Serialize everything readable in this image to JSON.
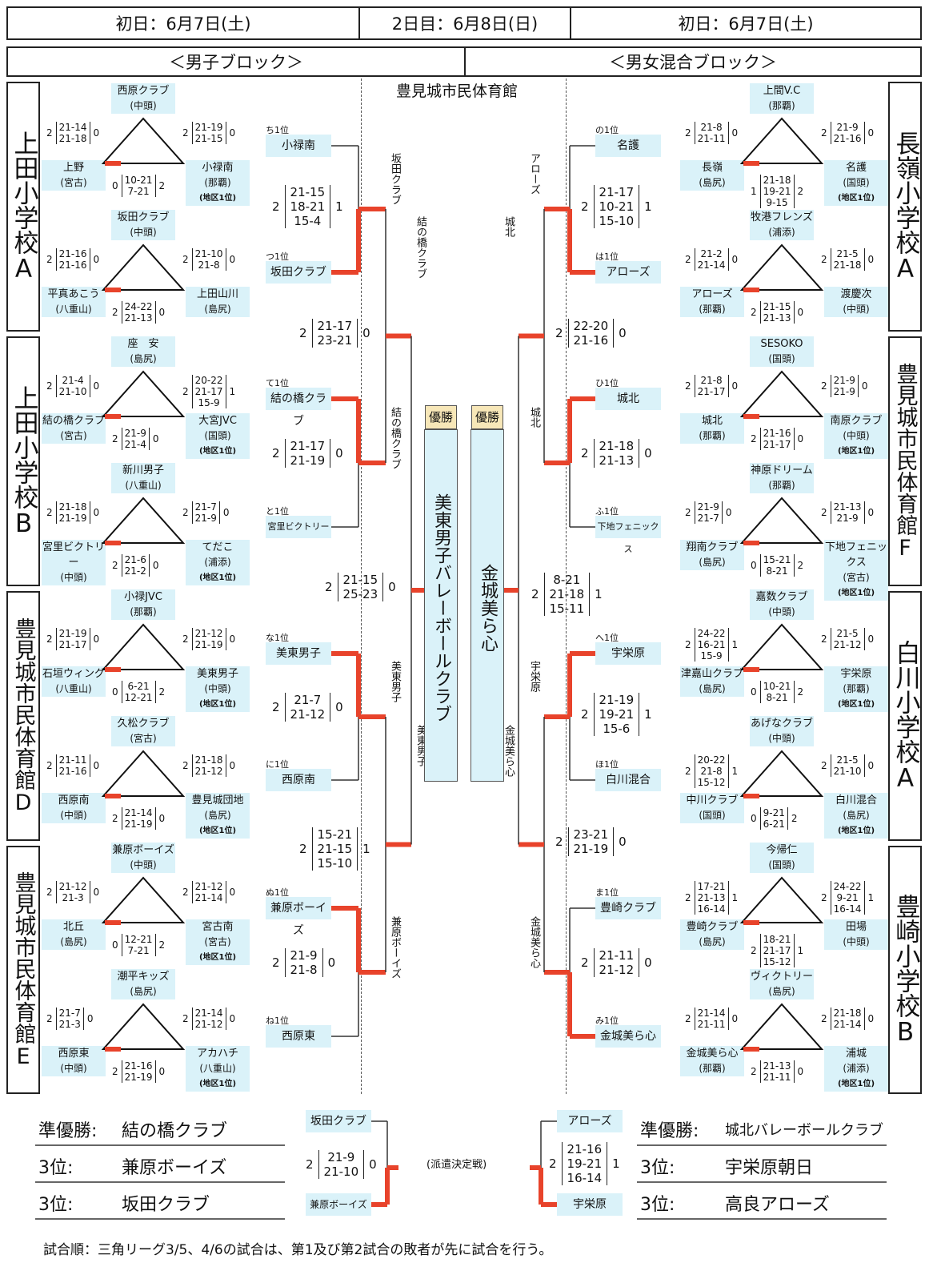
{
  "header": {
    "day1_left": "初日：6月7日(土)",
    "day2": "2日目：6月8日(日)",
    "day1_right": "初日：6月7日(土)"
  },
  "blocks": {
    "boys": "＜男子ブロック＞",
    "mixed": "＜男女混合ブロック＞"
  },
  "venue": "豊見城市民体育館",
  "side_labels": {
    "l1": "上田小学校A",
    "l2": "上田小学校B",
    "l3": "豊見城市民体育館D",
    "l4": "豊見城市民体育館E",
    "r1": "長嶺小学校A",
    "r2": "豊見城市民体育館F",
    "r3": "白川小学校A",
    "r4": "豊崎小学校B"
  },
  "left_groups": [
    {
      "char": "ち",
      "top": {
        "name": "西原クラブ",
        "area": "(中頭)"
      },
      "bl": {
        "name": "上野",
        "area": "(宮古)"
      },
      "br": {
        "name": "小禄南",
        "area": "(那覇)",
        "d1": "(地区1位)"
      },
      "sl": {
        "w": "2",
        "s": [
          "21-14",
          "21-18"
        ],
        "l": "0"
      },
      "sr": {
        "w": "2",
        "s": [
          "21-19",
          "21-15"
        ],
        "l": "0"
      },
      "sb": {
        "w": "0",
        "s": [
          "10-21",
          "7-21"
        ],
        "l": "2"
      }
    },
    {
      "char": "つ",
      "top": {
        "name": "坂田クラブ",
        "area": "(中頭)"
      },
      "bl": {
        "name": "平真あこう",
        "area": "(八重山)"
      },
      "br": {
        "name": "上田山川",
        "area": "(島尻)"
      },
      "sl": {
        "w": "2",
        "s": [
          "21-16",
          "21-16"
        ],
        "l": "0"
      },
      "sr": {
        "w": "2",
        "s": [
          "21-10",
          "21-8"
        ],
        "l": "0"
      },
      "sb": {
        "w": "2",
        "s": [
          "24-22",
          "21-13"
        ],
        "l": "0"
      }
    },
    {
      "char": "て",
      "top": {
        "name": "座　安",
        "area": "(島尻)"
      },
      "bl": {
        "name": "結の橋クラブ",
        "area": "(宮古)"
      },
      "br": {
        "name": "大宮JVC",
        "area": "(国頭)",
        "d1": "(地区1位)"
      },
      "sl": {
        "w": "2",
        "s": [
          "21-4",
          "21-10"
        ],
        "l": "0"
      },
      "sr": {
        "w": "2",
        "s": [
          "20-22",
          "21-17",
          "15-9"
        ],
        "l": "1"
      },
      "sb": {
        "w": "2",
        "s": [
          "21-9",
          "21-4"
        ],
        "l": "0"
      }
    },
    {
      "char": "と",
      "top": {
        "name": "新川男子",
        "area": "(八重山)"
      },
      "bl": {
        "name": "宮里ビクトリー",
        "area": "(中頭)"
      },
      "br": {
        "name": "てだこ",
        "area": "(浦添)",
        "d1": "(地区1位)"
      },
      "sl": {
        "w": "2",
        "s": [
          "21-18",
          "21-19"
        ],
        "l": "0"
      },
      "sr": {
        "w": "2",
        "s": [
          "21-7",
          "21-9"
        ],
        "l": "0"
      },
      "sb": {
        "w": "2",
        "s": [
          "21-6",
          "21-2"
        ],
        "l": "0"
      }
    },
    {
      "char": "な",
      "top": {
        "name": "小禄JVC",
        "area": "(那覇)"
      },
      "bl": {
        "name": "石垣ウィング",
        "area": "(八重山)"
      },
      "br": {
        "name": "美東男子",
        "area": "(中頭)",
        "d1": "(地区1位)"
      },
      "sl": {
        "w": "2",
        "s": [
          "21-19",
          "21-17"
        ],
        "l": "0"
      },
      "sr": {
        "w": "2",
        "s": [
          "21-12",
          "21-19"
        ],
        "l": "0"
      },
      "sb": {
        "w": "0",
        "s": [
          "6-21",
          "12-21"
        ],
        "l": "2"
      }
    },
    {
      "char": "に",
      "top": {
        "name": "久松クラブ",
        "area": "(宮古)"
      },
      "bl": {
        "name": "西原南",
        "area": "(中頭)"
      },
      "br": {
        "name": "豊見城団地",
        "area": "(島尻)",
        "d1": "(地区1位)"
      },
      "sl": {
        "w": "2",
        "s": [
          "21-11",
          "21-16"
        ],
        "l": "0"
      },
      "sr": {
        "w": "2",
        "s": [
          "21-18",
          "21-12"
        ],
        "l": "0"
      },
      "sb": {
        "w": "2",
        "s": [
          "21-14",
          "21-19"
        ],
        "l": "0"
      }
    },
    {
      "char": "ぬ",
      "top": {
        "name": "兼原ボーイズ",
        "area": "(中頭)"
      },
      "bl": {
        "name": "北丘",
        "area": "(島尻)"
      },
      "br": {
        "name": "宮古南",
        "area": "(宮古)",
        "d1": "(地区1位)"
      },
      "sl": {
        "w": "2",
        "s": [
          "21-12",
          "21-3"
        ],
        "l": "0"
      },
      "sr": {
        "w": "2",
        "s": [
          "21-12",
          "21-14"
        ],
        "l": "0"
      },
      "sb": {
        "w": "0",
        "s": [
          "12-21",
          "7-21"
        ],
        "l": "2"
      }
    },
    {
      "char": "ね",
      "top": {
        "name": "潮平キッズ",
        "area": "(島尻)"
      },
      "bl": {
        "name": "西原東",
        "area": "(中頭)"
      },
      "br": {
        "name": "アカハチ",
        "area": "(八重山)",
        "d1": "(地区1位)"
      },
      "sl": {
        "w": "2",
        "s": [
          "21-7",
          "21-3"
        ],
        "l": "0"
      },
      "sr": {
        "w": "2",
        "s": [
          "21-14",
          "21-12"
        ],
        "l": "0"
      },
      "sb": {
        "w": "2",
        "s": [
          "21-16",
          "21-19"
        ],
        "l": "0"
      }
    }
  ],
  "right_groups": [
    {
      "char": "の",
      "top": {
        "name": "上間V.C",
        "area": "(那覇)"
      },
      "bl": {
        "name": "長嶺",
        "area": "(島尻)"
      },
      "br": {
        "name": "名護",
        "area": "(国頭)",
        "d1": "(地区1位)"
      },
      "sl": {
        "w": "2",
        "s": [
          "21-8",
          "21-11"
        ],
        "l": "0"
      },
      "sr": {
        "w": "2",
        "s": [
          "21-9",
          "21-16"
        ],
        "l": "0"
      },
      "sb": {
        "w": "1",
        "s": [
          "21-18",
          "19-21",
          "9-15"
        ],
        "l": "2"
      }
    },
    {
      "char": "は",
      "top": {
        "name": "牧港フレンズ",
        "area": "(浦添)"
      },
      "bl": {
        "name": "アローズ",
        "area": "(那覇)"
      },
      "br": {
        "name": "渡慶次",
        "area": "(中頭)"
      },
      "sl": {
        "w": "2",
        "s": [
          "21-2",
          "21-14"
        ],
        "l": "0"
      },
      "sr": {
        "w": "2",
        "s": [
          "21-5",
          "21-18"
        ],
        "l": "0"
      },
      "sb": {
        "w": "2",
        "s": [
          "21-15",
          "21-13"
        ],
        "l": "0"
      }
    },
    {
      "char": "ひ",
      "top": {
        "name": "SESOKO",
        "area": "(国頭)"
      },
      "bl": {
        "name": "城北",
        "area": "(那覇)"
      },
      "br": {
        "name": "南原クラブ",
        "area": "(中頭)",
        "d1": "(地区1位)"
      },
      "sl": {
        "w": "2",
        "s": [
          "21-8",
          "21-17"
        ],
        "l": "0"
      },
      "sr": {
        "w": "2",
        "s": [
          "21-9",
          "21-9"
        ],
        "l": "0"
      },
      "sb": {
        "w": "2",
        "s": [
          "21-16",
          "21-17"
        ],
        "l": "0"
      }
    },
    {
      "char": "ふ",
      "top": {
        "name": "神原ドリーム",
        "area": "(那覇)"
      },
      "bl": {
        "name": "翔南クラブ",
        "area": "(島尻)"
      },
      "br": {
        "name": "下地フェニックス",
        "area": "(宮古)",
        "d1": "(地区1位)"
      },
      "sl": {
        "w": "2",
        "s": [
          "21-9",
          "21-7"
        ],
        "l": "0"
      },
      "sr": {
        "w": "2",
        "s": [
          "21-13",
          "21-9"
        ],
        "l": "0"
      },
      "sb": {
        "w": "0",
        "s": [
          "15-21",
          "8-21"
        ],
        "l": "2"
      }
    },
    {
      "char": "へ",
      "top": {
        "name": "嘉数クラブ",
        "area": "(中頭)"
      },
      "bl": {
        "name": "津嘉山クラブ",
        "area": "(島尻)"
      },
      "br": {
        "name": "宇栄原",
        "area": "(那覇)",
        "d1": "(地区1位)"
      },
      "sl": {
        "w": "2",
        "s": [
          "24-22",
          "16-21",
          "15-9"
        ],
        "l": "1"
      },
      "sr": {
        "w": "2",
        "s": [
          "21-5",
          "21-12"
        ],
        "l": "0"
      },
      "sb": {
        "w": "0",
        "s": [
          "10-21",
          "8-21"
        ],
        "l": "2"
      }
    },
    {
      "char": "ほ",
      "top": {
        "name": "あげなクラブ",
        "area": "(中頭)"
      },
      "bl": {
        "name": "中川クラブ",
        "area": "(国頭)"
      },
      "br": {
        "name": "白川混合",
        "area": "(島尻)",
        "d1": "(地区1位)"
      },
      "sl": {
        "w": "2",
        "s": [
          "20-22",
          "21-8",
          "15-12"
        ],
        "l": "1"
      },
      "sr": {
        "w": "2",
        "s": [
          "21-5",
          "21-10"
        ],
        "l": "0"
      },
      "sb": {
        "w": "0",
        "s": [
          "9-21",
          "6-21"
        ],
        "l": "2"
      }
    },
    {
      "char": "ま",
      "top": {
        "name": "今帰仁",
        "area": "(国頭)"
      },
      "bl": {
        "name": "豊崎クラブ",
        "area": "(島尻)"
      },
      "br": {
        "name": "田場",
        "area": "(中頭)"
      },
      "sl": {
        "w": "2",
        "s": [
          "17-21",
          "21-13",
          "16-14"
        ],
        "l": "1"
      },
      "sr": {
        "w": "2",
        "s": [
          "24-22",
          "9-21",
          "16-14"
        ],
        "l": "1"
      },
      "sb": {
        "w": "2",
        "s": [
          "18-21",
          "21-17",
          "15-12"
        ],
        "l": "1"
      }
    },
    {
      "char": "み",
      "top": {
        "name": "ヴィクトリー",
        "area": "(島尻)"
      },
      "bl": {
        "name": "金城美ら心",
        "area": "(那覇)"
      },
      "br": {
        "name": "浦城",
        "area": "(浦添)",
        "d1": "(地区1位)"
      },
      "sl": {
        "w": "2",
        "s": [
          "21-14",
          "21-11"
        ],
        "l": "0"
      },
      "sr": {
        "w": "2",
        "s": [
          "21-18",
          "21-14"
        ],
        "l": "0"
      },
      "sb": {
        "w": "2",
        "s": [
          "21-13",
          "21-11"
        ],
        "l": "0"
      }
    }
  ],
  "left_bracket": {
    "seeds": [
      "ち1位",
      "つ1位",
      "て1位",
      "と1位",
      "な1位",
      "に1位",
      "ぬ1位",
      "ね1位"
    ],
    "names": [
      "小禄南",
      "坂田クラブ",
      "結の橋クラブ",
      "宮里ビクトリー",
      "美東男子",
      "西原南",
      "兼原ボーイズ",
      "西原東"
    ],
    "r1_scores": [
      {
        "w": "2",
        "s": [
          "21-15",
          "18-21",
          "15-4"
        ],
        "l": "1"
      },
      {
        "w": "2",
        "s": [
          "21-17",
          "21-19"
        ],
        "l": "0"
      },
      {
        "w": "2",
        "s": [
          "21-7",
          "21-12"
        ],
        "l": "0"
      },
      {
        "w": "2",
        "s": [
          "21-9",
          "21-8"
        ],
        "l": "0"
      }
    ],
    "r2_scores": [
      {
        "w": "2",
        "s": [
          "21-17",
          "23-21"
        ],
        "l": "0"
      },
      {
        "w": "2",
        "s": [
          "15-21",
          "21-15",
          "15-10"
        ],
        "l": "1"
      }
    ],
    "final_score": {
      "w": "2",
      "s": [
        "21-15",
        "25-23"
      ],
      "l": "0"
    },
    "winners_r1": [
      "坂田クラブ",
      "結の橋クラブ",
      "美東男子",
      "兼原ボーイズ"
    ],
    "winners_r2": [
      "結の橋クラブ",
      "美東男子"
    ]
  },
  "right_bracket": {
    "seeds": [
      "の1位",
      "は1位",
      "ひ1位",
      "ふ1位",
      "へ1位",
      "ほ1位",
      "ま1位",
      "み1位"
    ],
    "names": [
      "名護",
      "アローズ",
      "城北",
      "下地フェニックス",
      "宇栄原",
      "白川混合",
      "豊崎クラブ",
      "金城美ら心"
    ],
    "r1_scores": [
      {
        "w": "2",
        "s": [
          "21-17",
          "10-21",
          "15-10"
        ],
        "l": "1"
      },
      {
        "w": "2",
        "s": [
          "21-18",
          "21-13"
        ],
        "l": "0"
      },
      {
        "w": "2",
        "s": [
          "21-19",
          "19-21",
          "15-6"
        ],
        "l": "1"
      },
      {
        "w": "2",
        "s": [
          "21-11",
          "21-12"
        ],
        "l": "0"
      }
    ],
    "r2_scores": [
      {
        "w": "2",
        "s": [
          "22-20",
          "21-16"
        ],
        "l": "0"
      },
      {
        "w": "2",
        "s": [
          "23-21",
          "21-19"
        ],
        "l": "0"
      }
    ],
    "final_score": {
      "w": "2",
      "s": [
        "8-21",
        "21-18",
        "15-11"
      ],
      "l": "1"
    },
    "winners_r1": [
      "アローズ",
      "城北",
      "宇栄原",
      "金城美ら心"
    ],
    "winners_r2": [
      "城北",
      "金城美ら心"
    ]
  },
  "champions": {
    "tag": "優勝",
    "boys": "美東男子バレーボールクラブ",
    "mixed": "金城美ら心"
  },
  "results_left": [
    {
      "label": "準優勝:",
      "value": "結の橋クラブ"
    },
    {
      "label": "3位:",
      "value": "兼原ボーイズ"
    },
    {
      "label": "3位:",
      "value": "坂田クラブ"
    }
  ],
  "results_right": [
    {
      "label": "準優勝:",
      "value": "城北バレーボールクラブ"
    },
    {
      "label": "3位:",
      "value": "宇栄原朝日"
    },
    {
      "label": "3位:",
      "value": "高良アローズ"
    }
  ],
  "playoff_left": {
    "top": "坂田クラブ",
    "bottom": "兼原ボーイズ",
    "score": {
      "w": "2",
      "s": [
        "21-9",
        "21-10"
      ],
      "l": "0"
    }
  },
  "playoff_right": {
    "top": "アローズ",
    "bottom": "宇栄原",
    "score": {
      "w": "2",
      "s": [
        "21-16",
        "19-21",
        "16-14"
      ],
      "l": "1"
    }
  },
  "playoff_label": "(派遣決定戦)",
  "footnote": "試合順：三角リーグ3/5、4/6の試合は、第1及び第2試合の敗者が先に試合を行う。"
}
